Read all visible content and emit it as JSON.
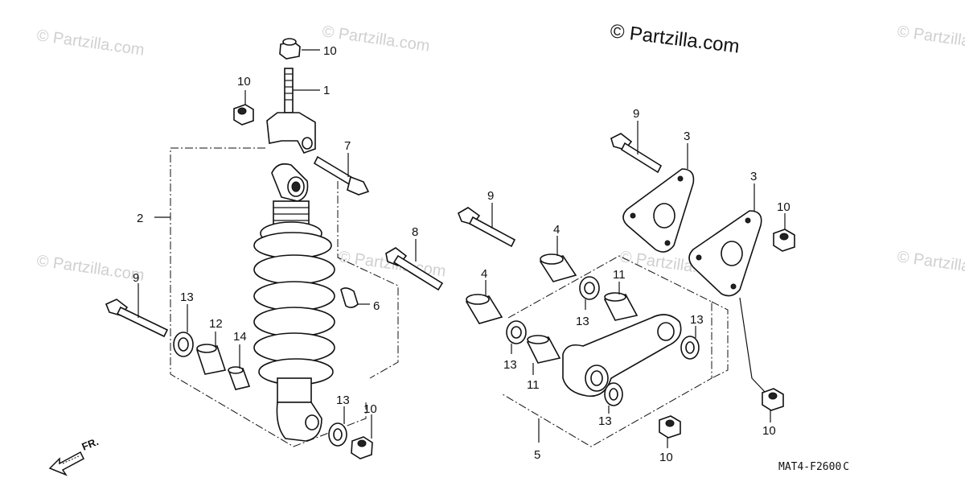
{
  "watermarks": {
    "main": "© Partzilla.com",
    "faint": "© Partzilla.com"
  },
  "callouts": {
    "c1": "1",
    "c2": "2",
    "c3a": "3",
    "c3b": "3",
    "c4a": "4",
    "c4b": "4",
    "c5": "5",
    "c6": "6",
    "c7": "7",
    "c8": "8",
    "c9a": "9",
    "c9b": "9",
    "c9c": "9",
    "c10a": "10",
    "c10b": "10",
    "c10c": "10",
    "c10d": "10",
    "c10e": "10",
    "c10f": "10",
    "c11a": "11",
    "c11b": "11",
    "c12": "12",
    "c13a": "13",
    "c13b": "13",
    "c13c": "13",
    "c13d": "13",
    "c13e": "13",
    "c13f": "13",
    "c14": "14"
  },
  "direction_label": "FR.",
  "diagram_code": "MAT4-F2600",
  "diagram_code_suffix": "C",
  "colors": {
    "line": "#111111",
    "watermark": "#d0d0d0",
    "background": "#ffffff"
  },
  "icons": {
    "direction_arrow": "arrow-down-left-icon"
  }
}
